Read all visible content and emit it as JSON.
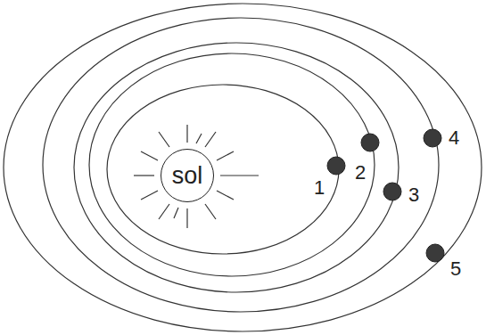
{
  "diagram": {
    "nodes": [
      {
        "text": [
          "sol"
        ]
      }
    ],
    "labels": [
      "1",
      "2",
      "3",
      "4",
      "5"
    ]
  }
}
